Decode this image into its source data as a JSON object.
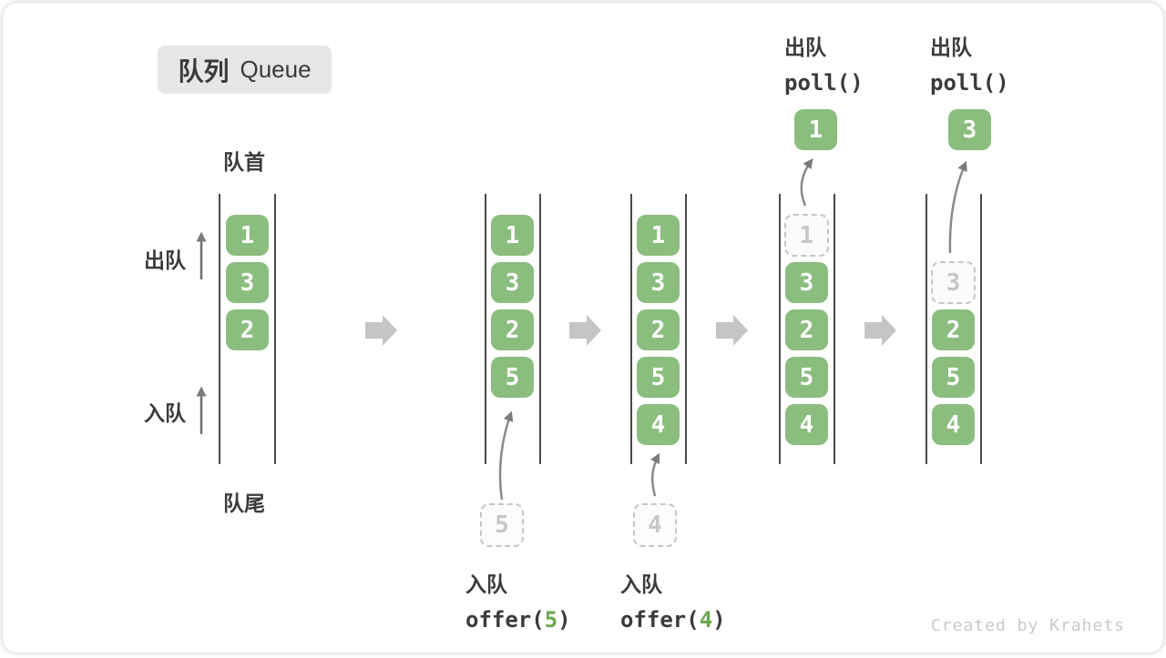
{
  "title": {
    "zh": "队列",
    "en": "Queue"
  },
  "labels": {
    "front": "队首",
    "rear": "队尾",
    "dequeue": "出队",
    "enqueue": "入队"
  },
  "states": [
    {
      "boxes": [
        "1",
        "3",
        "2"
      ]
    },
    {
      "boxes": [
        "1",
        "3",
        "2",
        "5"
      ],
      "incoming": "5"
    },
    {
      "boxes": [
        "1",
        "3",
        "2",
        "5",
        "4"
      ],
      "incoming": "4"
    },
    {
      "ghost": "1",
      "boxes": [
        "3",
        "2",
        "5",
        "4"
      ],
      "popped": "1",
      "op": {
        "zh": "出队",
        "code": "poll()"
      }
    },
    {
      "ghost": "3",
      "boxes": [
        "2",
        "5",
        "4"
      ],
      "popped": "3",
      "op": {
        "zh": "出队",
        "code": "poll()"
      }
    }
  ],
  "enqueue_ops": [
    {
      "zh": "入队",
      "fn": "offer(",
      "arg": "5",
      "close": ")"
    },
    {
      "zh": "入队",
      "fn": "offer(",
      "arg": "4",
      "close": ")"
    }
  ],
  "watermark": "Created by Krahets",
  "colors": {
    "item_green": "#8BBD7F",
    "item_text": "#FFFFFF",
    "ghost_gray": "#C6C6C6",
    "rail_gray": "#4A4A4A",
    "block_arrow_gray": "#C5C5C5",
    "thin_arrow_gray": "#7B7B7B",
    "badge_bg": "#E6E6E6",
    "text_dark": "#3B3B3B",
    "arg_green": "#69A84F",
    "watermark_gray": "#C9C9C9"
  }
}
